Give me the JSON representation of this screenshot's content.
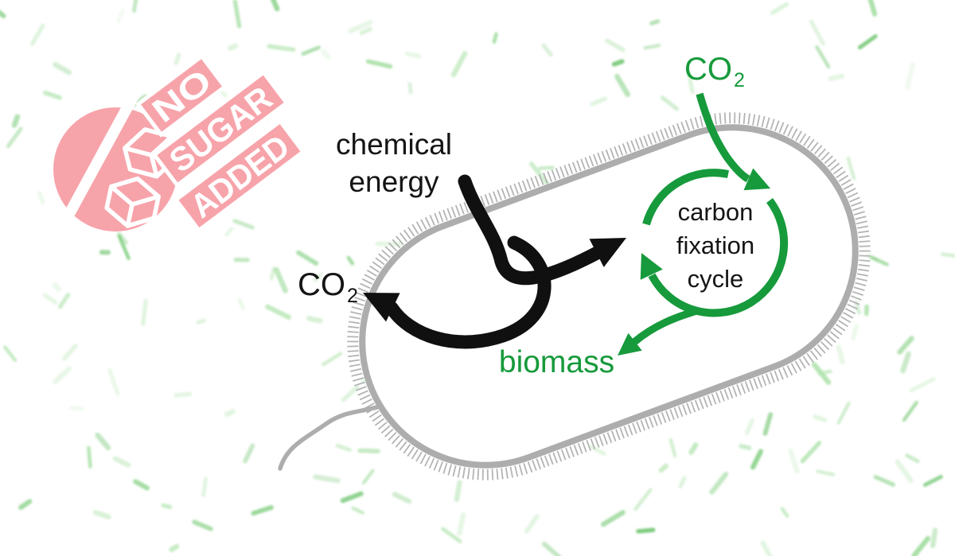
{
  "labels": {
    "energy_input": {
      "line1": "chemical",
      "line2": "energy"
    },
    "co2_output": {
      "symbol": "CO",
      "subscript": "2"
    },
    "co2_input": {
      "symbol": "CO",
      "subscript": "2"
    },
    "cycle": {
      "line1": "carbon",
      "line2": "fixation",
      "line3": "cycle"
    },
    "biomass": "biomass",
    "stamp": {
      "word1": "NO",
      "word2": "SUGAR",
      "word3": "ADDED"
    }
  },
  "colors": {
    "green": "#169a3b",
    "black": "#101010",
    "membrane_gray": "#adadad",
    "tick_gray": "#b4b4b4",
    "stamp_pink": "#f7a3aa",
    "stamp_text": "#ffffff",
    "rod_palette": [
      "#d2f0d0",
      "#b4e5b1",
      "#97d994",
      "#7bcc7a",
      "#60bf61"
    ]
  }
}
